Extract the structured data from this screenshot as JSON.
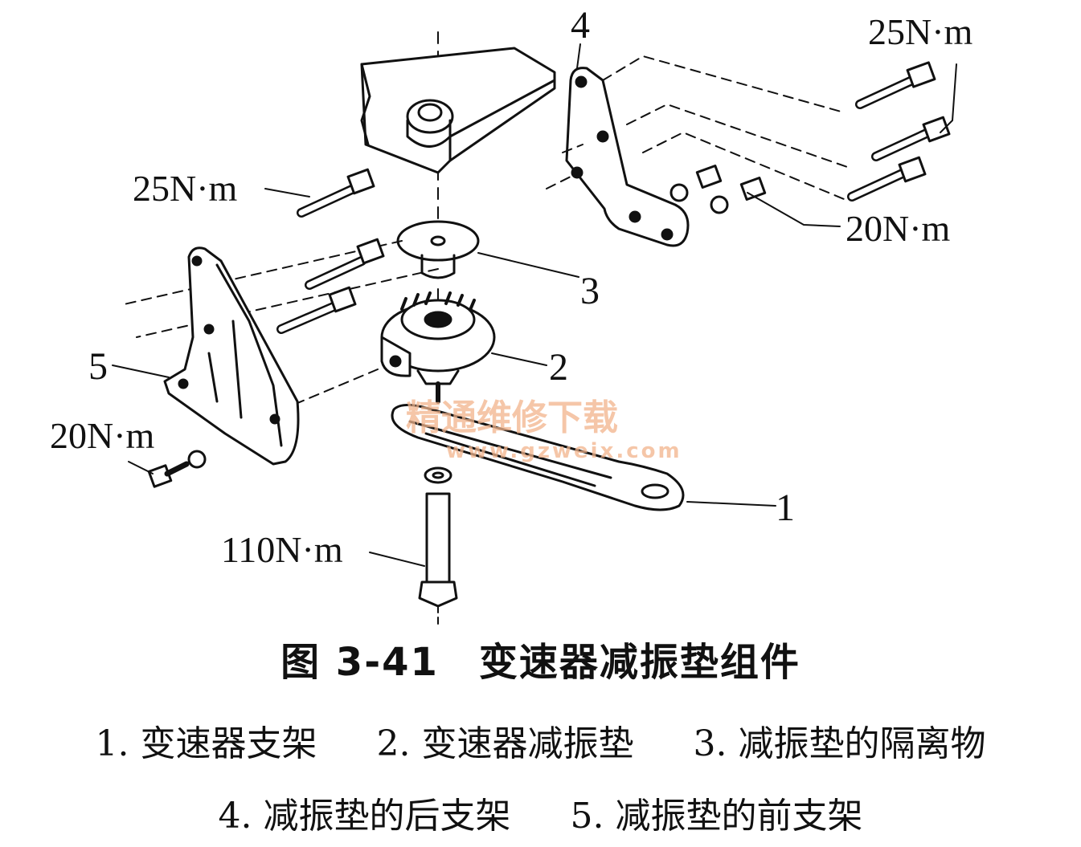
{
  "callouts": {
    "torque_top_right": "25N·m",
    "torque_left": "25N·m",
    "torque_right": "20N·m",
    "torque_bottom_left": "20N·m",
    "torque_bottom": "110N·m",
    "part_1": "1",
    "part_2": "2",
    "part_3": "3",
    "part_4": "4",
    "part_5": "5"
  },
  "watermark": {
    "text": "精通维修下载",
    "url": "www.gzweix.com"
  },
  "figure": {
    "title": "图 3-41　变速器减振垫组件"
  },
  "legend": {
    "items": [
      "1. 变速器支架",
      "2. 变速器减振垫",
      "3. 减振垫的隔离物",
      "4. 减振垫的后支架",
      "5. 减振垫的前支架"
    ]
  }
}
